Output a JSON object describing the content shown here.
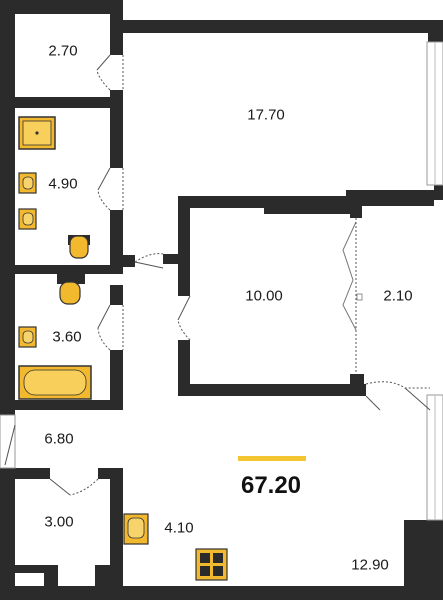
{
  "plan": {
    "total_area": "67.20",
    "rooms": [
      {
        "id": "r1",
        "area": "2.70"
      },
      {
        "id": "r2",
        "area": "17.70"
      },
      {
        "id": "r3",
        "area": "4.90"
      },
      {
        "id": "r4",
        "area": "10.00"
      },
      {
        "id": "r5",
        "area": "2.10"
      },
      {
        "id": "r6",
        "area": "3.60"
      },
      {
        "id": "r7",
        "area": "6.80"
      },
      {
        "id": "r8",
        "area": "3.00"
      },
      {
        "id": "r9",
        "area": "4.10"
      },
      {
        "id": "r10",
        "area": "12.90"
      }
    ]
  },
  "colors": {
    "wall": "#2b2b2b",
    "fixture": "#f2b82e",
    "accent": "#f2c531",
    "door": "#555555",
    "window": "#c8c8c8"
  }
}
